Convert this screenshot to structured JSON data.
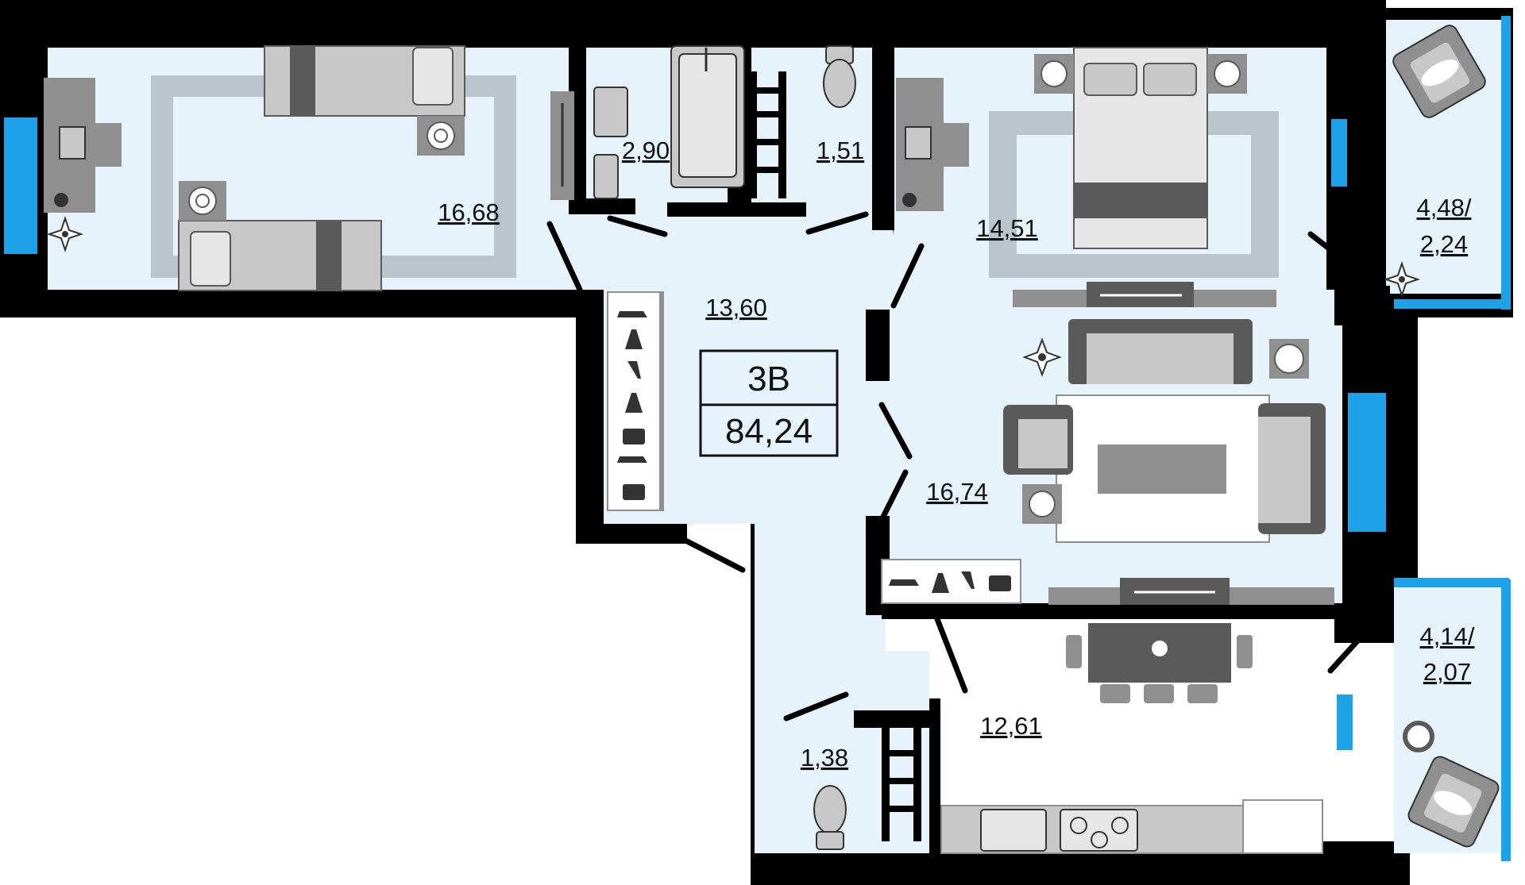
{
  "apartment": {
    "type": "3В",
    "total_area": "84,24"
  },
  "rooms": {
    "bedroom_left": "16,68",
    "bathroom": "2,90",
    "toilet_top": "1,51",
    "bedroom_right": "14,51",
    "balcony_top_line1": "4,48/",
    "balcony_top_line2": "2,24",
    "hall": "13,60",
    "living_room": "16,74",
    "kitchen": "12,61",
    "balcony_bottom_line1": "4,14/",
    "balcony_bottom_line2": "2,07",
    "toilet_bottom": "1,38"
  },
  "colors": {
    "wall": "#000000",
    "floor": "#e6f3fb",
    "window": "#1da1e8",
    "furniture_dark": "#5a5a5a",
    "furniture_mid": "#8f8f8f",
    "furniture_light": "#c8c8c8",
    "rug": "#b9c4cc"
  }
}
